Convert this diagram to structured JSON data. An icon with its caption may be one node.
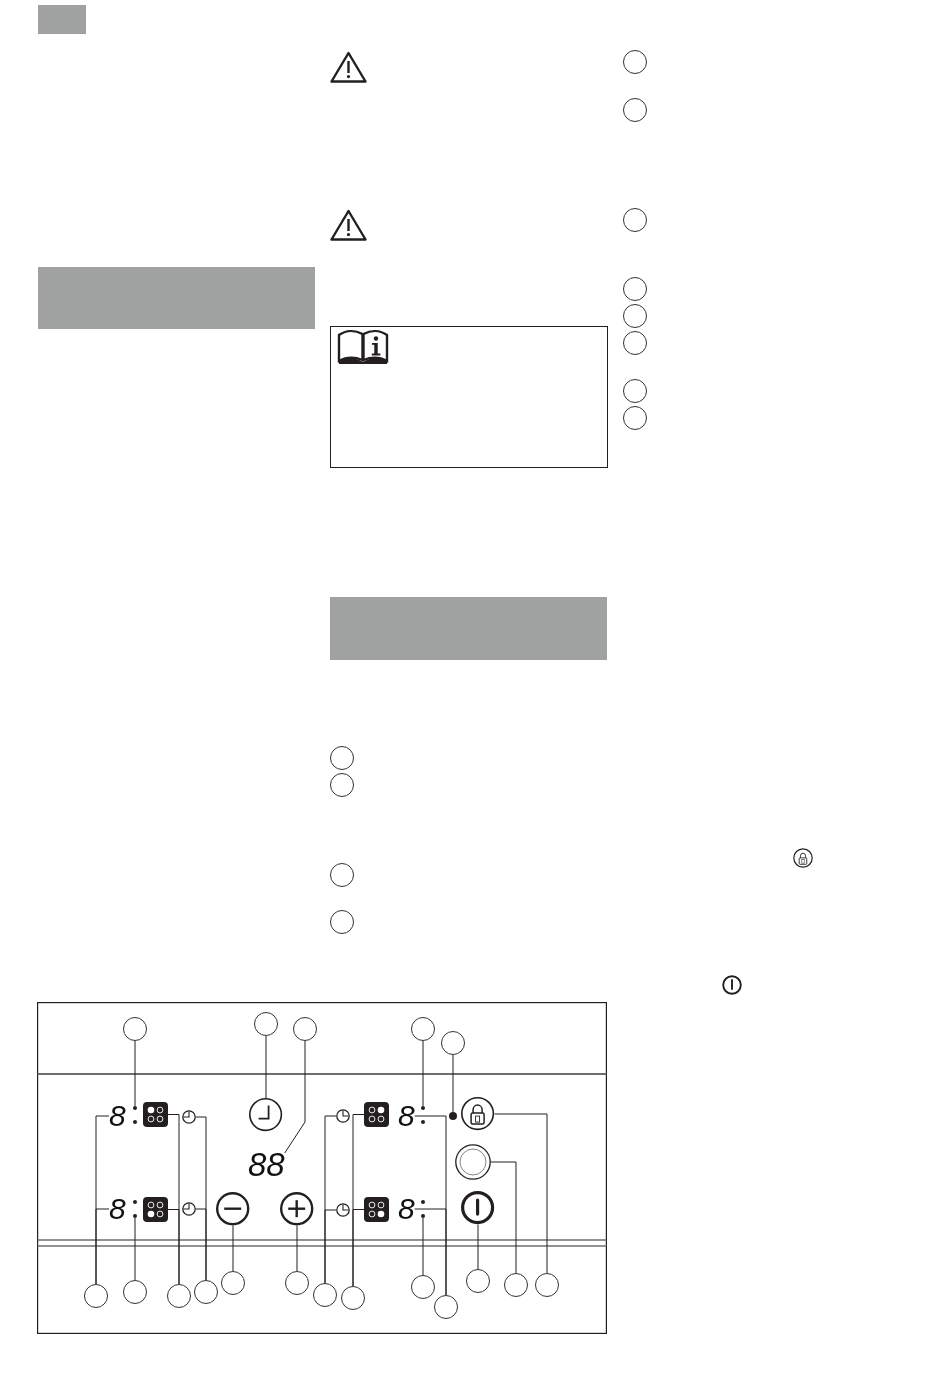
{
  "diagram": {
    "nodes": [
      {
        "text": [],
        "shape": "circle"
      },
      {
        "text": [],
        "shape": "circle"
      },
      {
        "text": [],
        "shape": "circle"
      },
      {
        "text": [],
        "shape": "circle"
      },
      {
        "text": [],
        "shape": "circle"
      },
      {
        "text": [],
        "shape": "circle"
      },
      {
        "text": [],
        "shape": "circle"
      },
      {
        "text": [],
        "shape": "circle"
      },
      {
        "text": [],
        "shape": "circle"
      },
      {
        "text": [
          "8"
        ]
      },
      {
        "text": [],
        "shape": "dot"
      },
      {
        "text": [],
        "shape": "picture"
      },
      {
        "text": [],
        "shape": "picture"
      },
      {
        "text": [],
        "shape": "picture"
      },
      {
        "text": [],
        "shape": "picture"
      },
      {
        "text": [],
        "shape": "picture"
      },
      {
        "text": [
          "8"
        ]
      },
      {
        "text": [],
        "shape": "dot"
      },
      {
        "text": [],
        "shape": "dot"
      },
      {
        "text": [],
        "shape": "picture"
      },
      {
        "text": [
          "88"
        ]
      },
      {
        "text": [],
        "shape": "circle"
      },
      {
        "text": [
          "8"
        ]
      },
      {
        "text": [],
        "shape": "dot"
      },
      {
        "text": [],
        "shape": "picture"
      },
      {
        "text": [],
        "shape": "picture"
      },
      {
        "text": [],
        "shape": "picture"
      },
      {
        "text": [],
        "shape": "picture"
      },
      {
        "text": [],
        "shape": "picture"
      },
      {
        "text": [],
        "shape": "picture"
      },
      {
        "text": [
          "8"
        ]
      },
      {
        "text": [],
        "shape": "dot"
      },
      {
        "text": [],
        "shape": "picture"
      },
      {
        "text": [],
        "shape": "circle"
      },
      {
        "text": [],
        "shape": "circle"
      },
      {
        "text": [],
        "shape": "circle"
      },
      {
        "text": [],
        "shape": "circle"
      },
      {
        "text": [],
        "shape": "circle"
      },
      {
        "text": [],
        "shape": "circle"
      },
      {
        "text": [],
        "shape": "circle"
      },
      {
        "text": [],
        "shape": "circle"
      },
      {
        "text": [],
        "shape": "circle"
      },
      {
        "text": [],
        "shape": "circle"
      },
      {
        "text": [],
        "shape": "circle"
      },
      {
        "text": [],
        "shape": "circle"
      },
      {
        "text": [],
        "shape": "circle"
      },
      {
        "text": [],
        "shape": "circle"
      },
      {
        "text": [],
        "shape": "circle"
      },
      {
        "text": [],
        "shape": "circle"
      },
      {
        "text": [],
        "shape": "circle"
      },
      {
        "text": [],
        "shape": "circle"
      },
      {
        "text": [],
        "shape": "circle"
      },
      {
        "text": [],
        "shape": "circle"
      },
      {
        "text": [],
        "shape": "circle"
      },
      {
        "text": [],
        "shape": "bar"
      },
      {
        "text": [],
        "shape": "bar"
      },
      {
        "text": [],
        "shape": "bar"
      }
    ],
    "edges": [
      {
        "from": 4,
        "to": 10,
        "arrow": "none"
      },
      {
        "from": 5,
        "to": 13,
        "arrow": "none"
      },
      {
        "from": 6,
        "to": 20,
        "arrow": "none"
      },
      {
        "from": 7,
        "to": 17,
        "arrow": "none"
      },
      {
        "from": 8,
        "to": 18,
        "arrow": "none"
      },
      {
        "from": 33,
        "to": 9,
        "arrow": "none"
      },
      {
        "from": 33,
        "to": 22,
        "arrow": "none"
      },
      {
        "from": 34,
        "to": 23,
        "arrow": "none"
      },
      {
        "from": 35,
        "to": 11,
        "arrow": "none"
      },
      {
        "from": 35,
        "to": 24,
        "arrow": "none"
      },
      {
        "from": 36,
        "to": 12,
        "arrow": "none"
      },
      {
        "from": 36,
        "to": 25,
        "arrow": "none"
      },
      {
        "from": 37,
        "to": 26,
        "arrow": "none"
      },
      {
        "from": 38,
        "to": 27,
        "arrow": "none"
      },
      {
        "from": 39,
        "to": 14,
        "arrow": "none"
      },
      {
        "from": 39,
        "to": 28,
        "arrow": "none"
      },
      {
        "from": 40,
        "to": 15,
        "arrow": "none"
      },
      {
        "from": 40,
        "to": 29,
        "arrow": "none"
      },
      {
        "from": 41,
        "to": 31,
        "arrow": "none"
      },
      {
        "from": 42,
        "to": 16,
        "arrow": "none"
      },
      {
        "from": 42,
        "to": 30,
        "arrow": "none"
      },
      {
        "from": 43,
        "to": 32,
        "arrow": "none"
      },
      {
        "from": 44,
        "to": 21,
        "arrow": "none"
      },
      {
        "from": 45,
        "to": 19,
        "arrow": "none"
      }
    ]
  }
}
